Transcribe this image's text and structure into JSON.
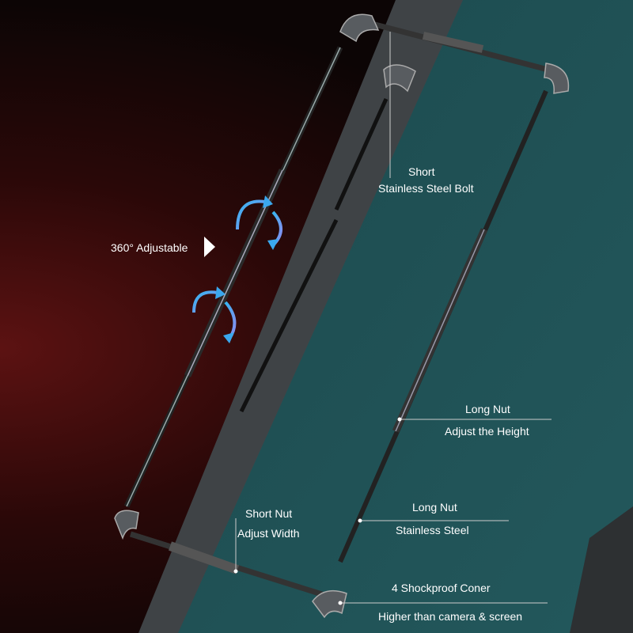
{
  "labels": {
    "bolt_title": "Short",
    "bolt_sub": "Stainless Steel Bolt",
    "adjustable": "360° Adjustable",
    "long_nut_1": "Long Nut",
    "long_nut_1_sub": "Adjust the Height",
    "long_nut_2": "Long Nut",
    "long_nut_2_sub": "Stainless Steel",
    "short_nut": "Short Nut",
    "short_nut_sub": "Adjust Width",
    "corner": "4 Shockproof Coner",
    "corner_sub": "Higher than camera & screen"
  },
  "colors": {
    "teal": "#1f5256",
    "phone_frame": "#4b5054",
    "rotate_arrow": "#3aa8ee",
    "text": "#ffffff"
  }
}
